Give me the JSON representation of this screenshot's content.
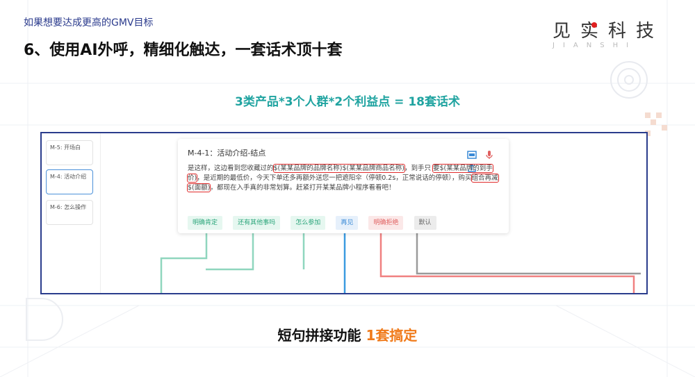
{
  "header": {
    "subtitle": "如果想要达成更高的GMV目标",
    "title": "6、使用AI外呼，精细化触达，一套话术顶十套"
  },
  "logo": {
    "name": "见实科技",
    "sub": "JIANSHI"
  },
  "formula": "3类产品*3个人群*2个利益点 = 18套话术",
  "sidebar": {
    "items": [
      {
        "label": "M-5: 开场白"
      },
      {
        "label": "M-4: 活动介绍"
      },
      {
        "label": "M-6: 怎么操作"
      }
    ]
  },
  "card": {
    "title": "M-4-1：活动介绍-结点",
    "body": {
      "p1": "是这样，这边看到您收藏过的",
      "v1": "$(某某品牌的品牌名称)$(某某品牌商品名称)",
      "p2": "，到手只",
      "v2": "要$(某某品牌的到手价)",
      "p3": "，是近期的最低价，今天下单还多再额外送您一把遮阳伞（停顿0.2s，正常说话的停顿），购买",
      "v3": "组合再减$(面额)",
      "p4": "，都现在入手真的非常划算。赶紧打开某某品牌小程序看看吧！"
    },
    "tags": [
      {
        "label": "明确肯定",
        "style": "green"
      },
      {
        "label": "还有其他事吗",
        "style": "green"
      },
      {
        "label": "怎么参加",
        "style": "green"
      },
      {
        "label": "再见",
        "style": "blue"
      },
      {
        "label": "明确拒绝",
        "style": "red"
      },
      {
        "label": "默认",
        "style": "gray"
      }
    ],
    "icons": [
      "image-icon",
      "microphone-icon",
      "upload-icon"
    ]
  },
  "bottom": {
    "text": "短句拼接功能",
    "highlight": "1套搞定"
  },
  "colors": {
    "accent_teal": "#1fa3a0",
    "accent_orange": "#f07a1a",
    "frame": "#2a3c8c",
    "highlight_red": "#e02a2a"
  }
}
